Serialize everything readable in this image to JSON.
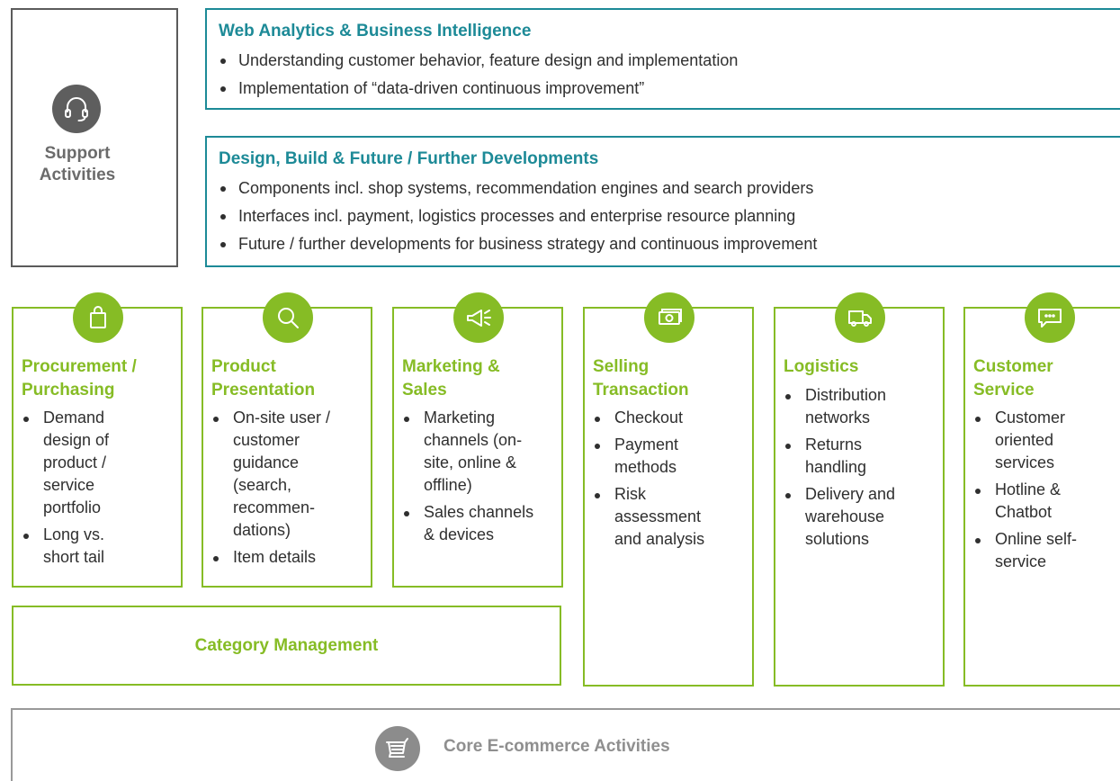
{
  "support": {
    "label": "Support\nActivities",
    "icon": "headset-icon"
  },
  "info_boxes": [
    {
      "title": "Web Analytics & Business Intelligence",
      "bullets": [
        "Understanding customer behavior, feature design and implementation",
        "Implementation of “data-driven continuous improvement”"
      ]
    },
    {
      "title": "Design, Build & Future / Further Developments",
      "bullets": [
        "Components incl. shop systems, recommendation engines and search providers",
        "Interfaces incl. payment, logistics processes and enterprise resource planning",
        "Future / further developments for business strategy and continuous improvement"
      ]
    }
  ],
  "cards": [
    {
      "title": "Procurement /\nPurchasing",
      "icon": "shopping-bag-icon",
      "bullets": [
        "Demand\ndesign of\nproduct /\nservice\nportfolio",
        "Long vs.\nshort tail"
      ]
    },
    {
      "title": "Product\nPresentation",
      "icon": "search-icon",
      "bullets": [
        "On-site user /\ncustomer\nguidance\n(search,\nrecommen-\ndations)",
        "Item details"
      ]
    },
    {
      "title": "Marketing &\nSales",
      "icon": "megaphone-icon",
      "bullets": [
        "Marketing\nchannels (on-\nsite, online &\noffline)",
        "Sales channels\n& devices"
      ]
    },
    {
      "title": "Selling\nTransaction",
      "icon": "money-icon",
      "bullets": [
        "Checkout",
        "Payment\nmethods",
        "Risk\nassessment\nand analysis"
      ]
    },
    {
      "title": "Logistics",
      "icon": "truck-icon",
      "bullets": [
        "Distribution\nnetworks",
        "Returns\nhandling",
        "Delivery and\nwarehouse\nsolutions"
      ]
    },
    {
      "title": "Customer\nService",
      "icon": "chat-bubble-icon",
      "bullets": [
        "Customer\noriented\nservices",
        "Hotline &\nChatbot",
        "Online self-\nservice"
      ]
    }
  ],
  "category_management": "Category Management",
  "core": {
    "label": "Core E-commerce Activities",
    "icon": "shopping-cart-icon"
  },
  "colors": {
    "green": "#86bc25",
    "teal": "#1d8a97",
    "dark_gray": "#5b5b5b",
    "light_gray": "#999999"
  }
}
